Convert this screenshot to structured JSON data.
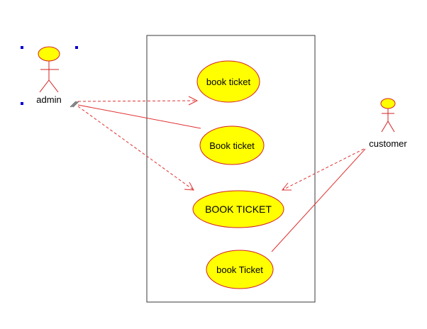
{
  "colors": {
    "line": "#e03030",
    "usecase_fill": "#ffff00",
    "usecase_stroke": "#d42020",
    "actor_fill": "#ffff00",
    "actor_stroke": "#d42020",
    "boundary": "#3a3a3a",
    "selection_handle": "#0000cc",
    "text": "#000000"
  },
  "actors": {
    "admin": {
      "label": "admin",
      "selected": true
    },
    "customer": {
      "label": "customer"
    }
  },
  "use_cases": [
    {
      "label": "book ticket"
    },
    {
      "label": "Book ticket"
    },
    {
      "label": "BOOK TICKET"
    },
    {
      "label": "book Ticket"
    }
  ],
  "relations": [
    {
      "from": "admin",
      "to": "book ticket",
      "style": "dashed-arrow"
    },
    {
      "from": "admin",
      "to": "Book ticket",
      "style": "solid"
    },
    {
      "from": "admin",
      "to": "BOOK TICKET",
      "style": "dashed-arrow"
    },
    {
      "from": "customer",
      "to": "BOOK TICKET",
      "style": "dashed-arrow"
    },
    {
      "from": "customer",
      "to": "book Ticket",
      "style": "solid"
    }
  ]
}
